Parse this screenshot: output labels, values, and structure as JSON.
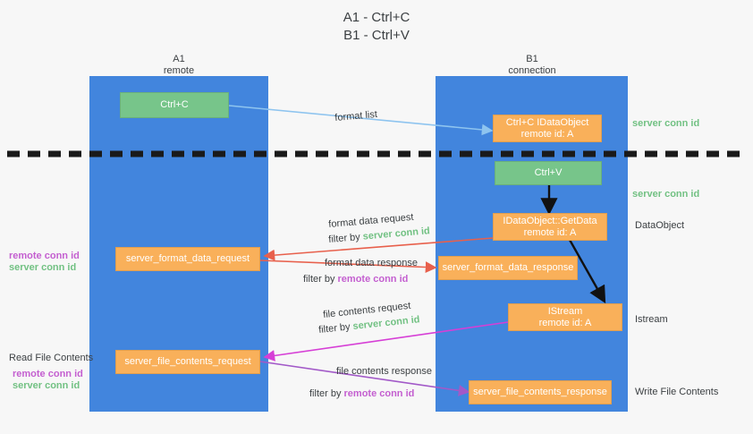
{
  "title": {
    "line1": "A1 - Ctrl+C",
    "line2": "B1 - Ctrl+V"
  },
  "lanes": [
    {
      "id": "A1",
      "name": "A1",
      "sub": "remote"
    },
    {
      "id": "B1",
      "name": "B1",
      "sub": "connection"
    }
  ],
  "boxes": {
    "ctrl_c": {
      "line1": "Ctrl+C",
      "line2": ""
    },
    "dataobject_remote": {
      "line1": "Ctrl+C IDataObject",
      "line2": "remote id: A"
    },
    "ctrl_v": {
      "line1": "Ctrl+V",
      "line2": ""
    },
    "getdata": {
      "line1": "IDataObject::GetData",
      "line2": "remote id: A"
    },
    "istream": {
      "line1": "IStream",
      "line2": "remote id: A"
    },
    "server_format_data_request": {
      "line1": "server_format_data_request",
      "line2": ""
    },
    "server_format_data_response": {
      "line1": "server_format_data_response",
      "line2": ""
    },
    "server_file_contents_request": {
      "line1": "server_file_contents_request",
      "line2": ""
    },
    "server_file_contents_response": {
      "line1": "server_file_contents_response",
      "line2": ""
    }
  },
  "annotations": {
    "format_list": "format list",
    "format_data_request": "format data request",
    "format_data_request_filter_prefix": "filter by ",
    "format_data_request_filter_value": "server conn id",
    "format_data_response": "format data response",
    "format_data_response_filter_prefix": "filter by ",
    "format_data_response_filter_value": "remote conn id",
    "file_contents_request": "file contents request",
    "file_contents_request_filter_prefix": "filter by ",
    "file_contents_request_filter_value": "server conn id",
    "file_contents_response": "file contents response",
    "file_contents_response_filter_prefix": "filter by ",
    "file_contents_response_filter_value": "remote conn id"
  },
  "side_labels": {
    "right_server_conn_id_top": "server conn id",
    "right_server_conn_id_mid": "server conn id",
    "right_dataobject": "DataObject",
    "right_istream": "Istream",
    "right_write_file_contents": "Write File Contents",
    "left_read_file_contents": "Read File Contents",
    "left_remote_conn_id_1": "remote conn id",
    "left_server_conn_id_1": "server conn id",
    "left_remote_conn_id_2": "remote conn id",
    "left_server_conn_id_2": "server conn id"
  },
  "colors": {
    "lane": "#4285dd",
    "green_box": "#77c58a",
    "orange_box": "#f9b05a",
    "server_conn_id": "#72c183",
    "remote_conn_id": "#c45fd0",
    "arrow_blue": "#8ec4ef",
    "arrow_red": "#e8604c",
    "arrow_magenta": "#d63fd6",
    "arrow_purple": "#a259c8",
    "arrow_black": "#000000",
    "background": "#f7f7f7"
  }
}
